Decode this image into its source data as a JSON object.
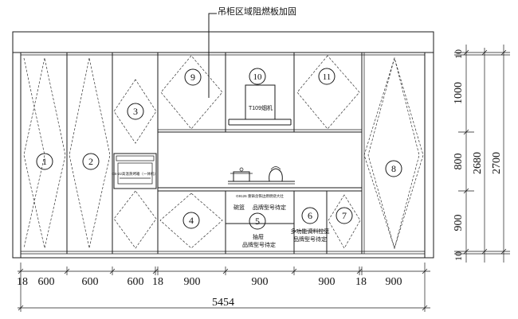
{
  "annotation": "吊柜区域阻燃板加固",
  "hood_label": "T109烟机",
  "oven_label": "CS-22高温蒸烤箱（一体机）",
  "hob_note": "G9126 重铸含铁边燃燃烧大灶",
  "panel_labels": {
    "bowl_basket": "碗篮",
    "bowl_basket_brand": "品牌型号待定",
    "drawer": "抽屉",
    "drawer_brand": "品牌型号待定",
    "spice_rack": "多功能调料拉篮",
    "spice_rack_brand": "品牌型号待定"
  },
  "cabinet_numbers": [
    "1",
    "2",
    "3",
    "4",
    "5",
    "6",
    "7",
    "8",
    "9",
    "10",
    "11"
  ],
  "bottom_dims": [
    "18",
    "600",
    "600",
    "600",
    "18",
    "900",
    "900",
    "900",
    "18",
    "900"
  ],
  "total_width": "5454",
  "right_dims": [
    "10",
    "1000",
    "800",
    "900",
    "10"
  ],
  "right_dim_middle": "2680",
  "right_dim_total": "2700",
  "hatch_color": "#444444"
}
